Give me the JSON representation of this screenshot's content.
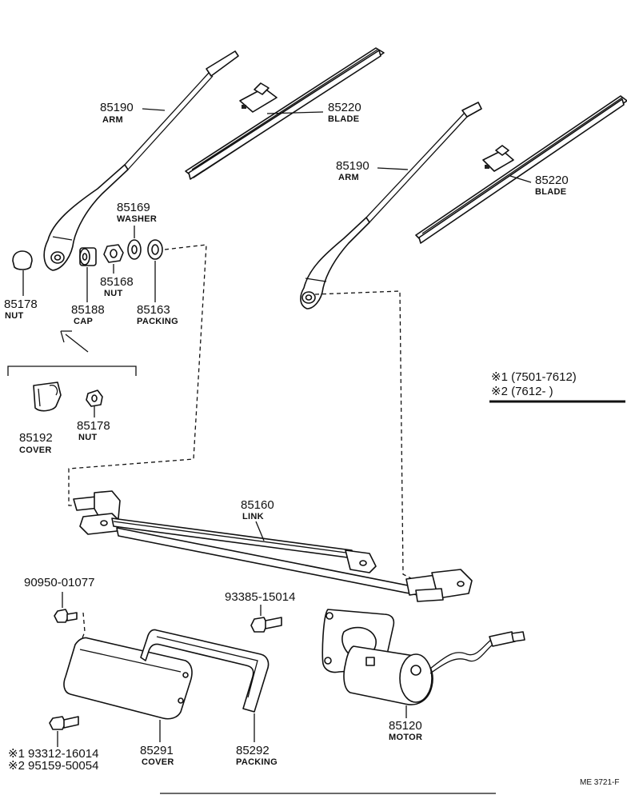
{
  "parts": {
    "arm_left": {
      "number": "85190",
      "name": "ARM"
    },
    "blade_left": {
      "number": "85220",
      "name": "BLADE"
    },
    "arm_right": {
      "number": "85190",
      "name": "ARM"
    },
    "blade_right": {
      "number": "85220",
      "name": "BLADE"
    },
    "washer": {
      "number": "85169",
      "name": "WASHER"
    },
    "nut_cap": {
      "number": "85178",
      "name": "NUT"
    },
    "cap": {
      "number": "85188",
      "name": "CAP"
    },
    "nut_mid": {
      "number": "85168",
      "name": "NUT"
    },
    "packing_small": {
      "number": "85163",
      "name": "PACKING"
    },
    "cover_small": {
      "number": "85192",
      "name": "COVER"
    },
    "nut_small": {
      "number": "85178",
      "name": "NUT"
    },
    "link": {
      "number": "85160",
      "name": "LINK"
    },
    "screw_top": {
      "number": "90950-01077"
    },
    "bolt_mid": {
      "number": "93385-15014"
    },
    "cover_large": {
      "number": "85291",
      "name": "COVER"
    },
    "packing_large": {
      "number": "85292",
      "name": "PACKING"
    },
    "motor": {
      "number": "85120",
      "name": "MOTOR"
    }
  },
  "bolt_variants": [
    {
      "mark": "※1",
      "number": "93312-16014"
    },
    {
      "mark": "※2",
      "number": "95159-50054"
    }
  ],
  "legend": {
    "row1": "※1 (7501-7612)",
    "row2": "※2 (7612-        )"
  },
  "footer_code": "ME 3721-F"
}
